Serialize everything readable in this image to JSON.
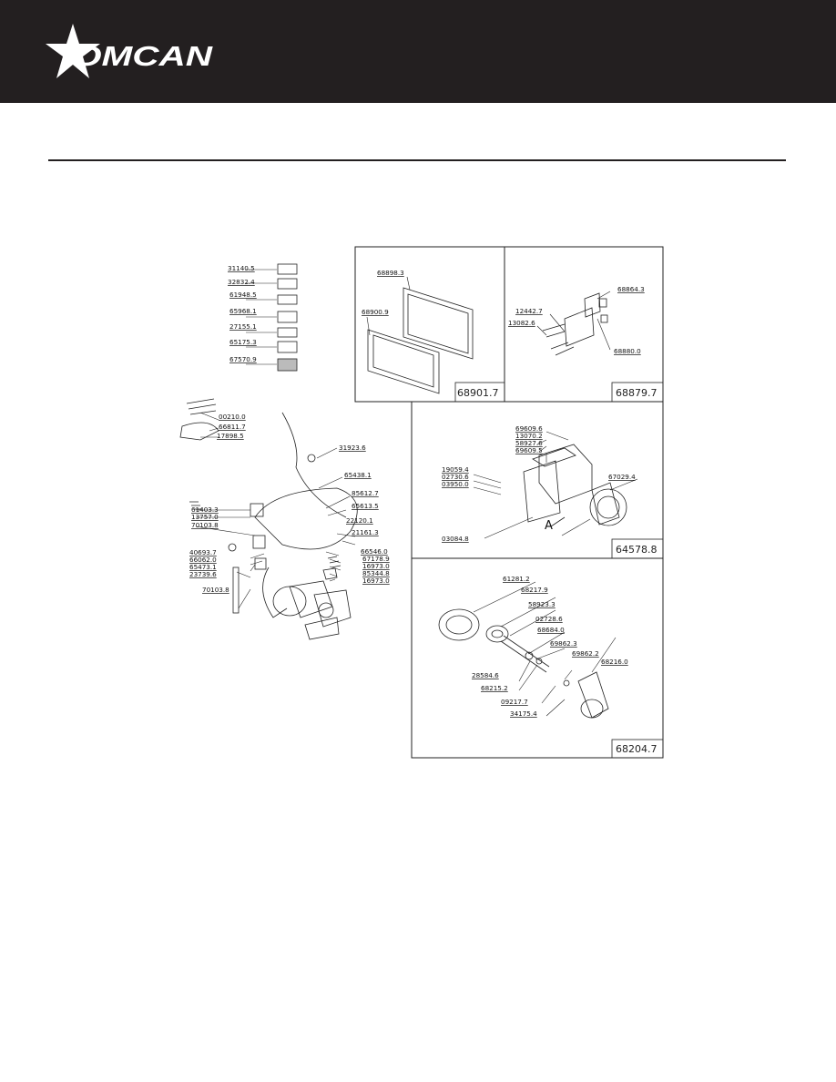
{
  "brand": {
    "name": "OMCAN",
    "colors": {
      "header_bg": "#231f20",
      "logo": "#ffffff",
      "rule": "#231f20"
    }
  },
  "diagram": {
    "panel_labels": {
      "door": "68901.7",
      "bracket": "68879.7",
      "motor": "64578.8",
      "valve": "68204.7"
    },
    "motor_marker": "A",
    "parts": {
      "labels_list": [
        "31140.5",
        "32832.4",
        "61948.5",
        "65968.1",
        "27155.1",
        "65175.3",
        "67570.9"
      ],
      "door": [
        "68898.3",
        "68900.9"
      ],
      "bracket": [
        "68864.3",
        "12442.7",
        "13082.6",
        "68880.0"
      ],
      "motor": [
        "69609.6",
        "13070.2",
        "58927.6",
        "69609.5",
        "19059.4",
        "02730.6",
        "03950.0",
        "67029.4",
        "03084.8"
      ],
      "valve": [
        "61281.2",
        "68217.9",
        "58923.3",
        "02728.6",
        "68684.0",
        "69862.3",
        "69862.2",
        "68216.0",
        "28584.6",
        "68215.2",
        "09217.7",
        "34175.4"
      ],
      "assembly": [
        "00210.0",
        "66811.7",
        "17898.5",
        "31923.6",
        "65438.1",
        "85612.7",
        "65613.5",
        "61403.3",
        "13757.0",
        "70103.8",
        "22120.1",
        "21161.3",
        "40693.7",
        "66062.0",
        "65473.1",
        "23739.6",
        "66546.0",
        "67178.9",
        "16973.0",
        "85344.8",
        "16973.0",
        "70103.8"
      ]
    }
  }
}
